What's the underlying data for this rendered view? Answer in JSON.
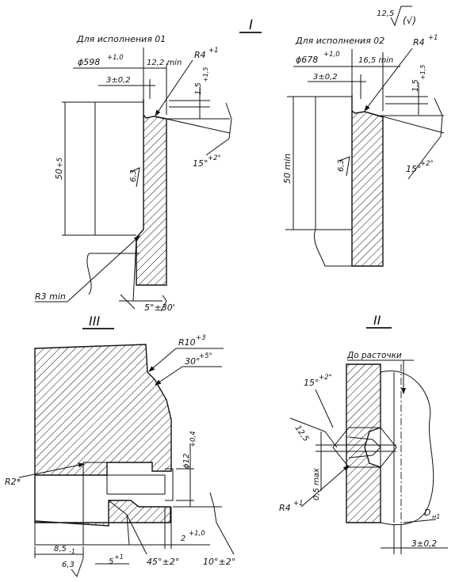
{
  "roughness_mark": "12,5",
  "roughness_symbol": "(√)",
  "section_I": {
    "roman": "I",
    "variant_01": {
      "title": "Для исполнения 01",
      "dia": "ϕ598",
      "dia_tol": "+1,0",
      "wall": "12,2 min",
      "radius": "R4",
      "radius_tol": "+1",
      "offset": "3±0,2",
      "step": "1,5",
      "step_tol": "+1,5",
      "height": "50",
      "height_tol": "+5",
      "rough": "6,3",
      "angle": "15°",
      "angle_tol": "+2°",
      "fillet": "R3 min",
      "chamfer": "5°±30'"
    },
    "variant_02": {
      "title": "Для исполнения 02",
      "dia": "ϕ678",
      "dia_tol": "+1,0",
      "wall": "16,5 min",
      "radius": "R4",
      "radius_tol": "+1",
      "offset": "3±0,2",
      "step": "1,5",
      "step_tol": "+1,5",
      "height": "50 min",
      "rough": "6,3",
      "angle": "15°",
      "angle_tol": "+2°"
    }
  },
  "section_III": {
    "roman": "III",
    "radius": "R10",
    "radius_tol": "+3",
    "angle": "30°",
    "angle_tol": "+5°",
    "dia": "ϕ12",
    "dia_tol": "+0,4",
    "fillet": "R2*",
    "len": "8,5",
    "len_tol": "-1",
    "rough": "6,3",
    "depth": "5",
    "depth_tol": "+1",
    "chamfer": "45°±2°",
    "gap": "2",
    "gap_tol": "+1,0",
    "angle2": "10°±2°"
  },
  "section_II": {
    "roman": "II",
    "note": "До расточки",
    "angle": "15°",
    "angle_tol": "+2°",
    "size": "12,5",
    "max": "0,5 max",
    "radius": "R4",
    "radius_tol": "+1",
    "dia": "D",
    "dia_sub": "н1",
    "offset": "3±0,2"
  }
}
